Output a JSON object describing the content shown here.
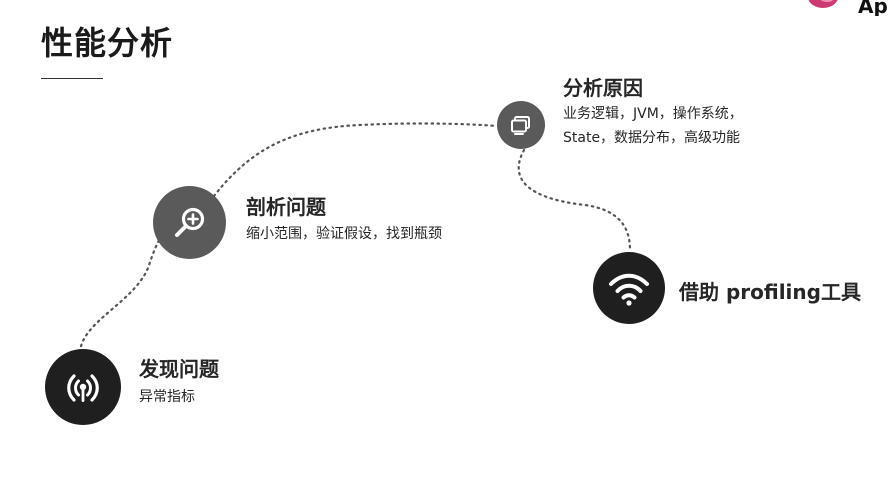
{
  "title": "性能分析",
  "logo_text": "Ap",
  "steps": [
    {
      "title": "发现问题",
      "desc": "异常指标",
      "icon": "broadcast-icon"
    },
    {
      "title": "剖析问题",
      "desc": "缩小范围，验证假设，找到瓶颈",
      "icon": "zoom-in-icon"
    },
    {
      "title": "分析原因",
      "desc": "业务逻辑，JVM，操作系统，State，数据分布，高级功能",
      "icon": "copy-window-icon"
    },
    {
      "title": "借助 profiling工具",
      "desc": "",
      "icon": "wifi-icon"
    }
  ],
  "colors": {
    "dark_node": "#1f1f1f",
    "gray_node": "#5a5a5a",
    "path": "#555555"
  }
}
